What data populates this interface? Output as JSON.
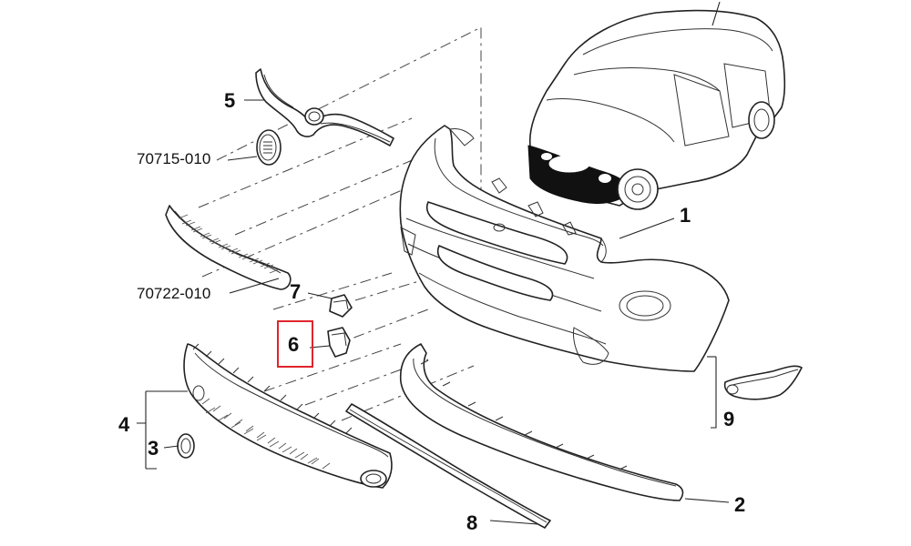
{
  "diagram": {
    "labels": {
      "p1": "1",
      "p2": "2",
      "p3": "3",
      "p4": "4",
      "p5": "5",
      "p6": "6",
      "p7": "7",
      "p8": "8",
      "p9": "9",
      "code_emblem": "70715-010",
      "code_grille": "70722-010"
    },
    "highlight_color": "#e0252b",
    "line_color": "#222222",
    "vehicle_highlight_color": "#111111"
  }
}
